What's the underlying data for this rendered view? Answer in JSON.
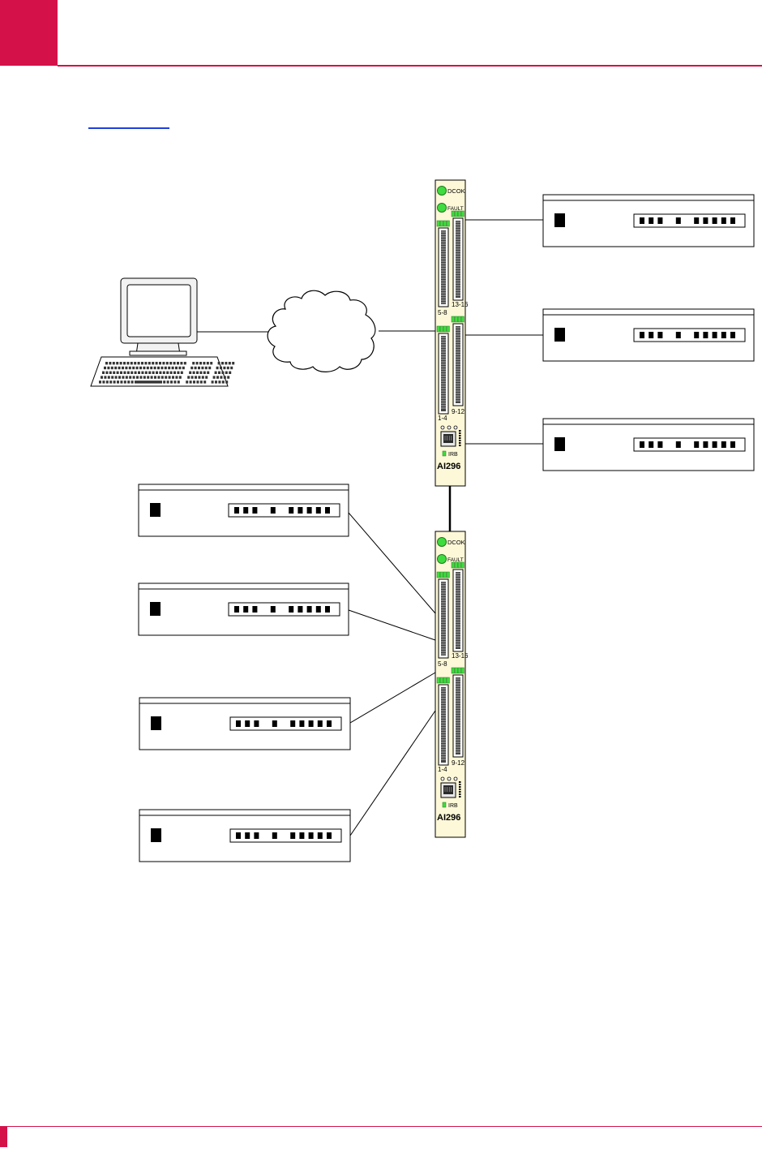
{
  "colors": {
    "brand": "#d5114a",
    "link": "#1f3fdc",
    "card_face": "#fdf8d8",
    "led_green": "#3fdc3f",
    "led_outline": "#1c7a1c"
  },
  "chassis_cards": [
    {
      "model": "AI296",
      "led_labels": [
        "DCOK",
        "FAULT"
      ],
      "port_labels": [
        "5-8",
        "13-16",
        "1-4",
        "9-12"
      ],
      "mgmt_port_label": "IRB"
    },
    {
      "model": "AI296",
      "led_labels": [
        "DCOK",
        "FAULT"
      ],
      "port_labels": [
        "5-8",
        "13-16",
        "1-4",
        "9-12"
      ],
      "mgmt_port_label": "IRB"
    }
  ],
  "icons": {
    "workstation": "computer-terminal-icon",
    "network": "network-cloud-icon",
    "device": "patch-panel-icon"
  },
  "devices": [
    {
      "id": "right-1"
    },
    {
      "id": "right-2"
    },
    {
      "id": "right-3"
    },
    {
      "id": "left-1"
    },
    {
      "id": "left-2"
    },
    {
      "id": "left-3"
    },
    {
      "id": "left-4"
    }
  ]
}
